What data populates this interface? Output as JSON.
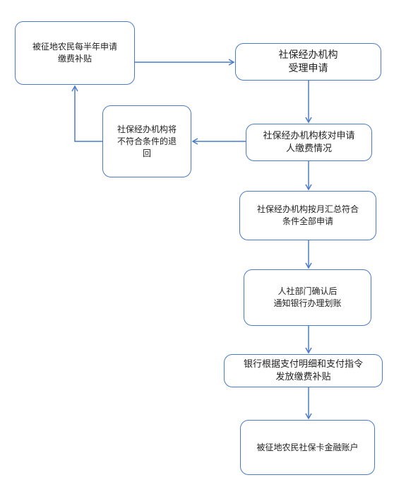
{
  "nodes": {
    "subsidy_application": {
      "text": "被征地农民每半年申请\n缴费补贴"
    },
    "accept_application": {
      "text": "社保经办机构\n受理申请"
    },
    "verify_payment": {
      "text": "社保经办机构核对申请\n人缴费情况"
    },
    "return_unqualified": {
      "text": "社保经办机构将\n不符合条件的退\n回"
    },
    "monthly_summary": {
      "text": "社保经办机构按月汇总符合\n条件全部申请"
    },
    "confirm_notify": {
      "text": "人社部门确认后\n通知银行办理划账"
    },
    "bank_disburse": {
      "text": "银行根据支付明细和支付指令\n发放缴费补贴"
    },
    "deposit_account": {
      "text": "被征地农民社保卡金融账户"
    }
  },
  "colors": {
    "border": "#4a7bc8",
    "arrow": "#4a7bc8",
    "text": "#222222"
  }
}
